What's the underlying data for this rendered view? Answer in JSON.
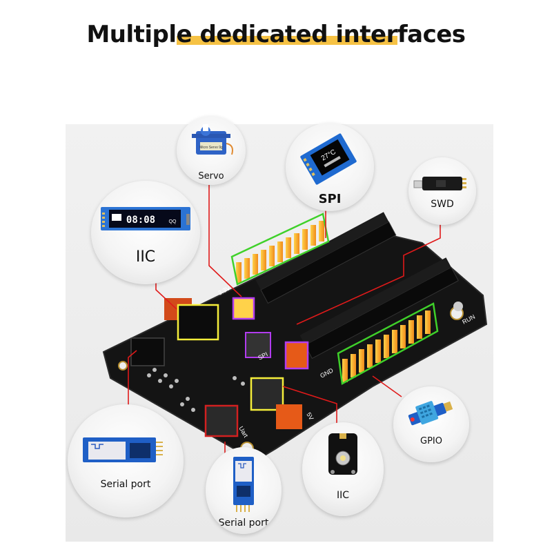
{
  "title": {
    "part1": "Multipl",
    "part2": "e dedicated inter",
    "part3": "faces"
  },
  "callouts": {
    "servo": "Servo",
    "spi": "SPI",
    "swd": "SWD",
    "iic_top": "IIC",
    "serial_left": "Serial port",
    "serial_bottom": "Serial port",
    "iic_bottom": "IIC",
    "gpio": "GPIO"
  },
  "module_text": {
    "oled_display": "08:08",
    "spi_display": "27°C",
    "servo_sticker": "Micro Servo 9g"
  },
  "board_silkscreen": {
    "v33": "3.3V",
    "gnd": "GND",
    "run": "RUN",
    "v5": "5V",
    "spi": "SPI",
    "uart": "Uart"
  },
  "colors": {
    "accent": "#f6c244",
    "board": "#141414",
    "callout_line": "#e01a1a",
    "highlight_green": "#3fd12a",
    "highlight_yellow": "#f5ee3a",
    "highlight_purple": "#b23cf0"
  }
}
